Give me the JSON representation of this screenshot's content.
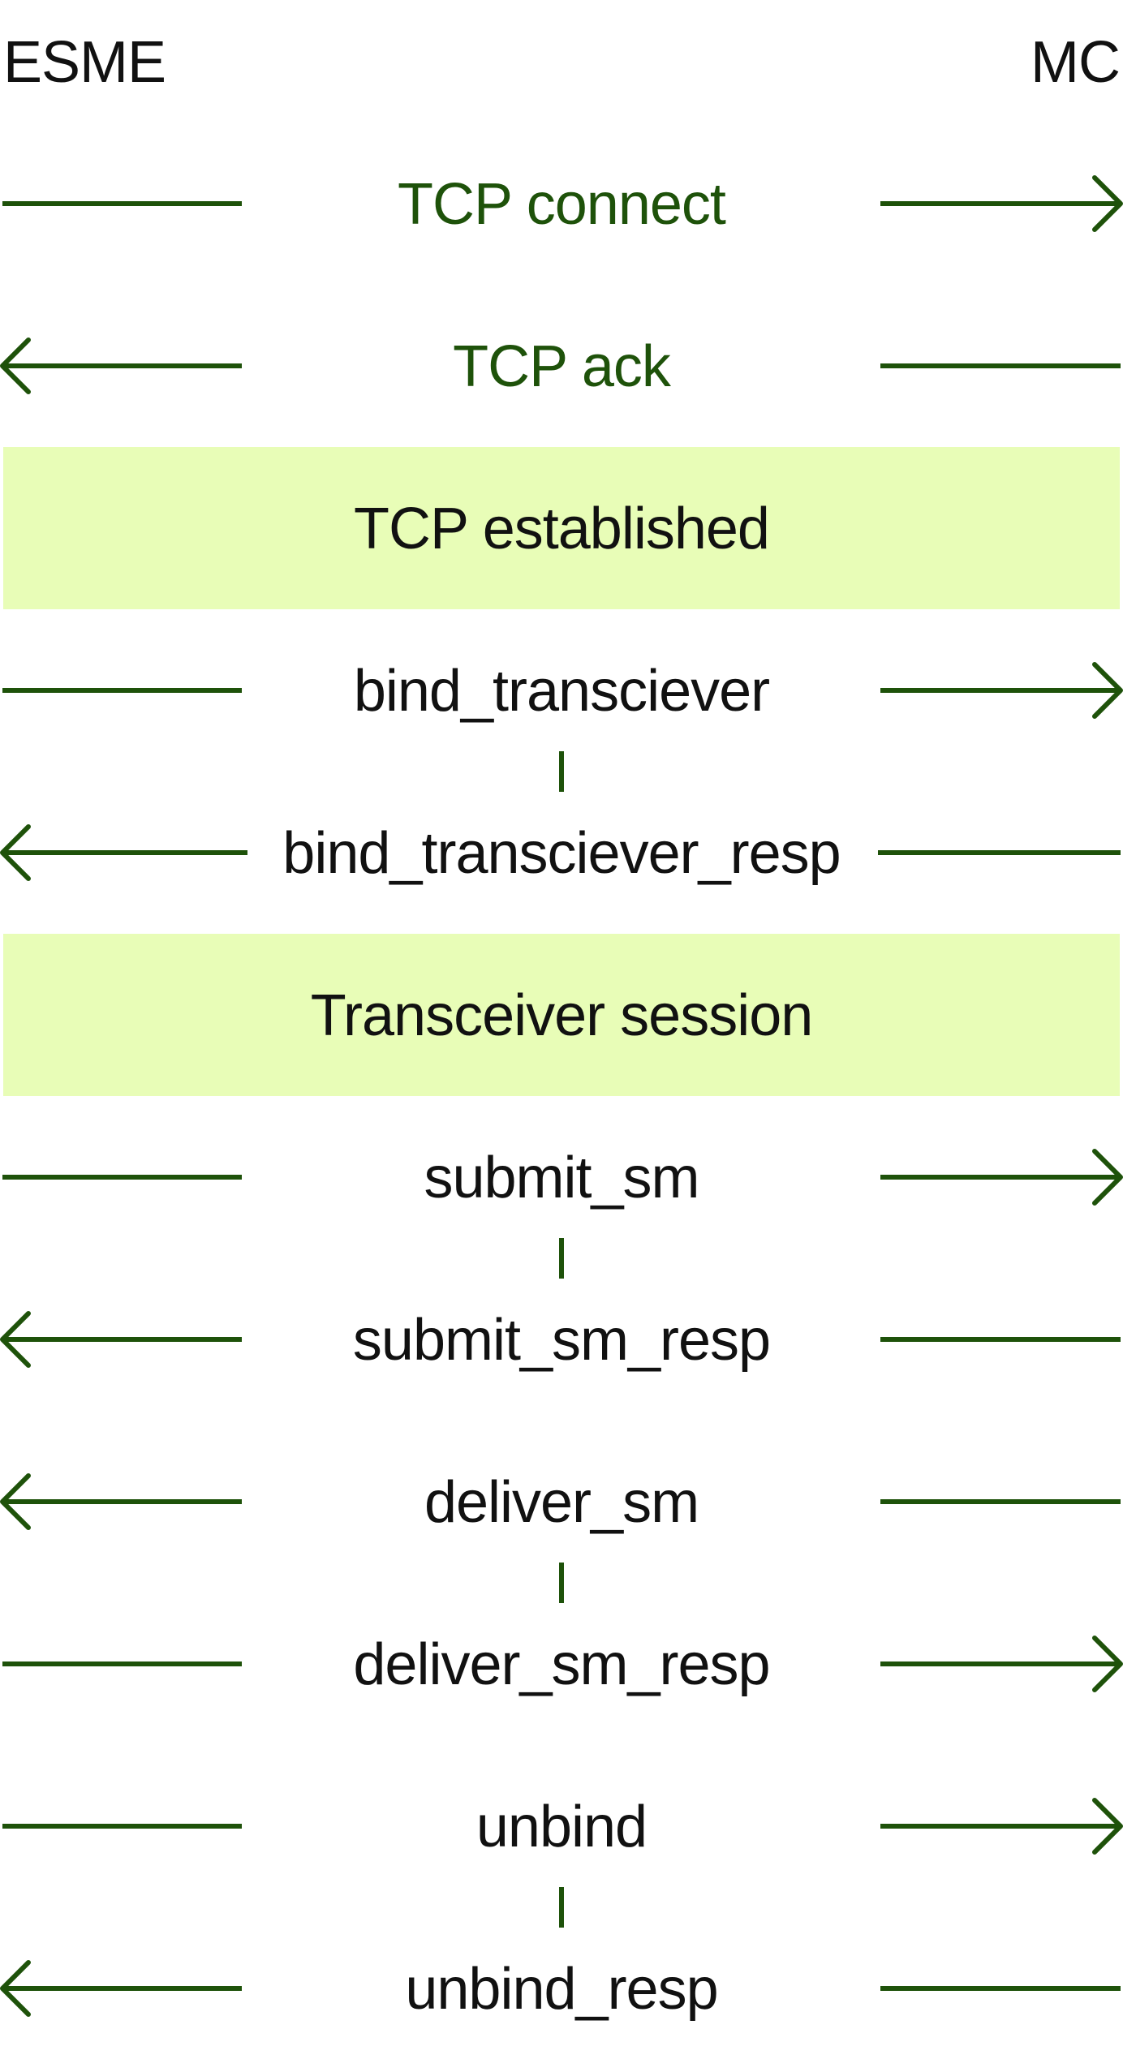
{
  "actors": {
    "left": "ESME",
    "right": "MC"
  },
  "colors": {
    "line": "#1e520a",
    "text": "#111111",
    "tcp_text": "#1e520a",
    "band_fill": "#e8fdb7",
    "background": "#ffffff"
  },
  "messages": [
    {
      "label": "TCP connect",
      "direction": "right",
      "style": "tcp"
    },
    {
      "label": "TCP ack",
      "direction": "left",
      "style": "tcp"
    },
    {
      "label": "bind_transciever",
      "direction": "right",
      "style": "normal"
    },
    {
      "label": "bind_transciever_resp",
      "direction": "left",
      "style": "normal"
    },
    {
      "label": "submit_sm",
      "direction": "right",
      "style": "normal"
    },
    {
      "label": "submit_sm_resp",
      "direction": "left",
      "style": "normal"
    },
    {
      "label": "deliver_sm",
      "direction": "left",
      "style": "normal"
    },
    {
      "label": "deliver_sm_resp",
      "direction": "right",
      "style": "normal"
    },
    {
      "label": "unbind",
      "direction": "right",
      "style": "normal"
    },
    {
      "label": "unbind_resp",
      "direction": "left",
      "style": "normal"
    }
  ],
  "bands": [
    {
      "label": "TCP established"
    },
    {
      "label": "Transceiver session"
    }
  ],
  "pairs": [
    {
      "request": "bind_transciever",
      "response": "bind_transciever_resp"
    },
    {
      "request": "submit_sm",
      "response": "submit_sm_resp"
    },
    {
      "request": "deliver_sm",
      "response": "deliver_sm_resp"
    },
    {
      "request": "unbind",
      "response": "unbind_resp"
    }
  ]
}
